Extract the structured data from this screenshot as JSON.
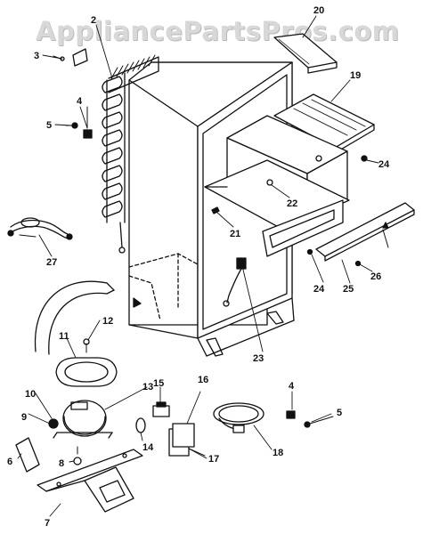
{
  "watermark": "AppliancePartsPros.com",
  "callouts": [
    {
      "id": "c1",
      "text": "2"
    },
    {
      "id": "c2",
      "text": "3"
    },
    {
      "id": "c3",
      "text": "4"
    },
    {
      "id": "c4",
      "text": "5"
    },
    {
      "id": "c5",
      "text": "20"
    },
    {
      "id": "c6",
      "text": "19"
    },
    {
      "id": "c7",
      "text": "24"
    },
    {
      "id": "c8",
      "text": "22"
    },
    {
      "id": "c9",
      "text": "21"
    },
    {
      "id": "c10",
      "text": "27"
    },
    {
      "id": "c11",
      "text": "24"
    },
    {
      "id": "c12",
      "text": "25"
    },
    {
      "id": "c13",
      "text": "26"
    },
    {
      "id": "c14",
      "text": "23"
    },
    {
      "id": "c15",
      "text": "12"
    },
    {
      "id": "c16",
      "text": "11"
    },
    {
      "id": "c17",
      "text": "13"
    },
    {
      "id": "c18",
      "text": "10"
    },
    {
      "id": "c19",
      "text": "9"
    },
    {
      "id": "c20",
      "text": "15"
    },
    {
      "id": "c21",
      "text": "16"
    },
    {
      "id": "c22",
      "text": "4"
    },
    {
      "id": "c23",
      "text": "5"
    },
    {
      "id": "c24",
      "text": "14"
    },
    {
      "id": "c25",
      "text": "17"
    },
    {
      "id": "c26",
      "text": "18"
    },
    {
      "id": "c27",
      "text": "6"
    },
    {
      "id": "c28",
      "text": "8"
    },
    {
      "id": "c29",
      "text": "7"
    }
  ]
}
